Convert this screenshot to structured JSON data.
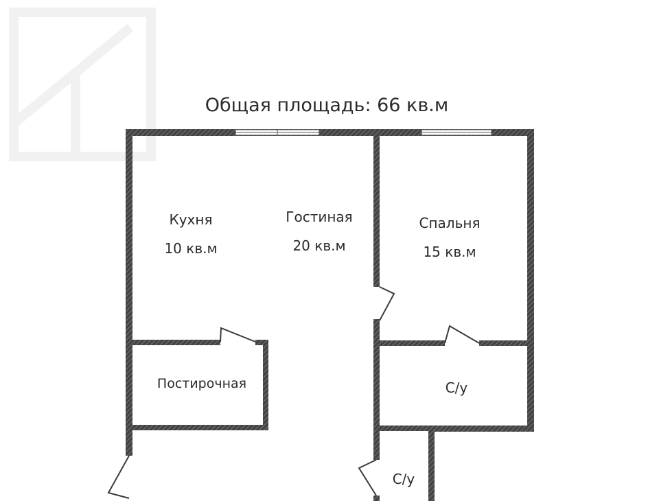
{
  "title": "Общая площадь: 66 кв.м",
  "rooms": {
    "kitchen": {
      "name": "Кухня",
      "area": "10 кв.м"
    },
    "living": {
      "name": "Гостиная",
      "area": "20 кв.м"
    },
    "bedroom": {
      "name": "Спальня",
      "area": "15 кв.м"
    },
    "laundry": {
      "name": "Постирочная"
    },
    "bath1": {
      "name": "С/у"
    },
    "bath2": {
      "name": "С/у"
    }
  },
  "colors": {
    "wall": "#3a3a3a",
    "background": "#ffffff",
    "text": "#2b2b2b"
  }
}
